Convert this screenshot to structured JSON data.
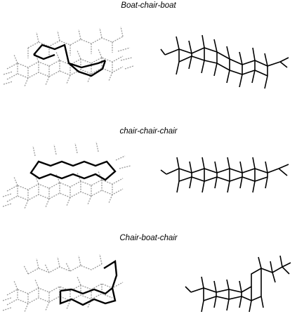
{
  "panels": [
    {
      "title": "Boat-chair-boat"
    },
    {
      "title": "chair-chair-chair"
    },
    {
      "title": "Chair-boat-chair"
    }
  ]
}
